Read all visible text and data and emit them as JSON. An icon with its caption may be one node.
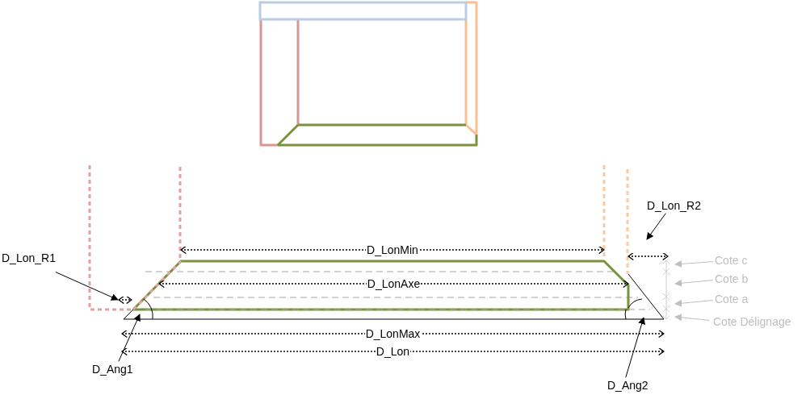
{
  "diagram": {
    "nodes": [
      {
        "text": [
          "D_Lon_R1"
        ]
      },
      {
        "text": [
          "D_Lon_R2"
        ]
      },
      {
        "text": [
          "D_Ang1"
        ]
      },
      {
        "text": [
          "D_Ang2"
        ]
      },
      {
        "text": [
          "Cote c"
        ]
      },
      {
        "text": [
          "Cote b"
        ]
      },
      {
        "text": [
          "Cote a"
        ]
      },
      {
        "text": [
          "Cote Délignage"
        ]
      }
    ],
    "edges": [
      {
        "from": 0,
        "to": null,
        "arrow": "to"
      },
      {
        "from": 1,
        "to": null,
        "arrow": "to"
      },
      {
        "from": 2,
        "to": null,
        "arrow": "to"
      },
      {
        "from": 3,
        "to": null,
        "arrow": "to"
      },
      {
        "from": 4,
        "to": null,
        "arrow": "to",
        "color": "#bfbfbf"
      },
      {
        "from": 5,
        "to": null,
        "arrow": "to",
        "color": "#bfbfbf"
      },
      {
        "from": 6,
        "to": null,
        "arrow": "to",
        "color": "#bfbfbf"
      },
      {
        "from": 7,
        "to": null,
        "arrow": "to",
        "color": "#bfbfbf"
      }
    ],
    "labels": [
      "D_LonMin",
      "D_LonAxe",
      "D_LonMax",
      "D_Lon"
    ]
  }
}
